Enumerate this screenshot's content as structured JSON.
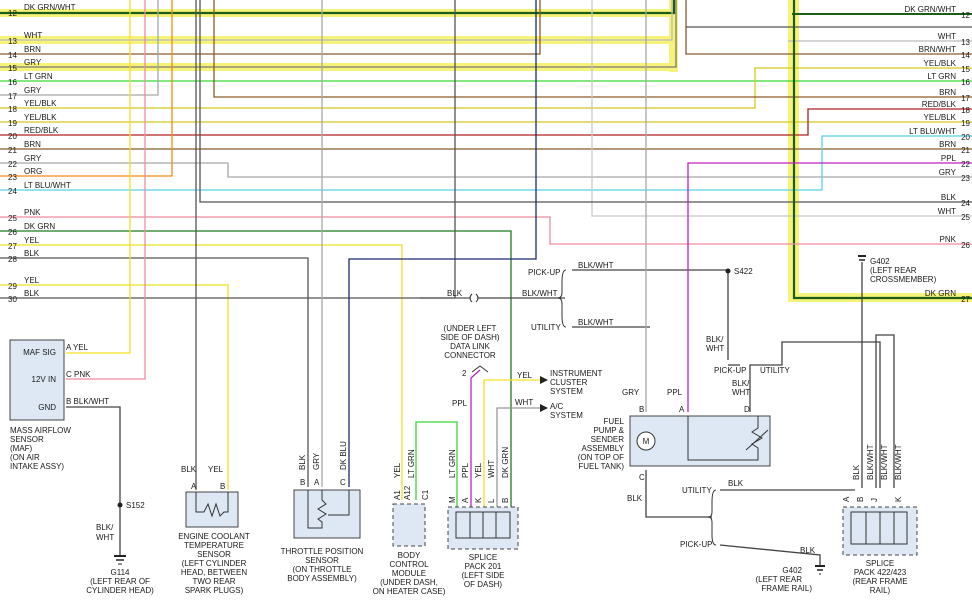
{
  "colors": {
    "DK GRN/WHT": "#1a5e1a",
    "WHT": "#d9d9d9",
    "BRN": "#8b5a2b",
    "GRY": "#a8a8a8",
    "LT GRN": "#39d631",
    "YEL/BLK": "#d8c820",
    "RED/BLK": "#b02020",
    "ORG": "#f08a1a",
    "LT BLU/WHT": "#5ad0e8",
    "PNK": "#f08aa0",
    "DK GRN": "#1e7a22",
    "YEL": "#f2e020",
    "BLK": "#555555",
    "BLK/WHT": "#444444",
    "DK BLU": "#1a2a6e",
    "PPL": "#c020c0",
    "highlight": "#f6f26a"
  },
  "left_wires": [
    {
      "num": "12",
      "label": "DK GRN/WHT"
    },
    {
      "num": "13",
      "label": "WHT"
    },
    {
      "num": "14",
      "label": "BRN"
    },
    {
      "num": "15",
      "label": "GRY"
    },
    {
      "num": "16",
      "label": "LT GRN"
    },
    {
      "num": "17",
      "label": "GRY"
    },
    {
      "num": "18",
      "label": "YEL/BLK"
    },
    {
      "num": "19",
      "label": "YEL/BLK"
    },
    {
      "num": "20",
      "label": "RED/BLK"
    },
    {
      "num": "21",
      "label": "BRN"
    },
    {
      "num": "22",
      "label": "GRY"
    },
    {
      "num": "23",
      "label": "ORG"
    },
    {
      "num": "24",
      "label": "LT BLU/WHT"
    },
    {
      "num": "25",
      "label": "PNK"
    },
    {
      "num": "26",
      "label": "DK GRN"
    },
    {
      "num": "27",
      "label": "YEL"
    },
    {
      "num": "28",
      "label": "BLK"
    },
    {
      "num": "29",
      "label": "YEL"
    },
    {
      "num": "30",
      "label": "BLK"
    }
  ],
  "right_wires": [
    {
      "num": "12",
      "label": "DK GRN/WHT"
    },
    {
      "num": "13",
      "label": "WHT"
    },
    {
      "num": "14",
      "label": "BRN/WHT"
    },
    {
      "num": "15",
      "label": "YEL/BLK"
    },
    {
      "num": "16",
      "label": "LT GRN"
    },
    {
      "num": "17",
      "label": "BRN"
    },
    {
      "num": "18",
      "label": "RED/BLK"
    },
    {
      "num": "19",
      "label": "YEL/BLK"
    },
    {
      "num": "20",
      "label": "LT BLU/WHT"
    },
    {
      "num": "21",
      "label": "BRN"
    },
    {
      "num": "22",
      "label": "PPL"
    },
    {
      "num": "23",
      "label": "GRY"
    },
    {
      "num": "24",
      "label": "BLK"
    },
    {
      "num": "25",
      "label": "WHT"
    },
    {
      "num": "26",
      "label": "PNK"
    },
    {
      "num": "27",
      "label": "DK GRN"
    }
  ],
  "maf": {
    "pins": [
      "MAF SIG",
      "12V IN",
      "GND"
    ],
    "pin_a": "A  YEL",
    "pin_c": "C  PNK",
    "pin_b": "B  BLK/WHT",
    "name": [
      "MASS AIRFLOW",
      "SENSOR",
      "(MAF)",
      "(ON AIR",
      "INTAKE ASSY)"
    ]
  },
  "s152": {
    "label": "S152",
    "wire": [
      "BLK/",
      "WHT"
    ]
  },
  "g114": {
    "label": [
      "G114",
      "(LEFT REAR OF",
      "CYLINDER HEAD)"
    ]
  },
  "ect": {
    "wire_labels": [
      "BLK",
      "YEL"
    ],
    "pins": [
      "A",
      "B"
    ],
    "name": [
      "ENGINE COOLANT",
      "TEMPERATURE",
      "SENSOR",
      "(LEFT CYLINDER",
      "HEAD, BETWEEN",
      "TWO REAR",
      "SPARK PLUGS)"
    ]
  },
  "tps": {
    "wire_labels": [
      "BLK",
      "GRY",
      "DK BLU"
    ],
    "pins": [
      "B",
      "A",
      "C"
    ],
    "name": [
      "THROTTLE POSITION",
      "SENSOR",
      "(ON THROTTLE",
      "BODY ASSEMBLY)"
    ]
  },
  "bcm": {
    "wire_labels": [
      "YEL",
      "LT GRN"
    ],
    "pins": [
      "A1",
      "A12",
      "C1"
    ],
    "name": [
      "BODY",
      "CONTROL",
      "MODULE",
      "(UNDER DASH,",
      "ON HEATER CASE)"
    ]
  },
  "splice201": {
    "wire_labels": [
      "LT GRN",
      "PPL",
      "YEL",
      "WHT",
      "DK GRN"
    ],
    "pins": [
      "M",
      "A",
      "K",
      "L",
      "B"
    ],
    "name": [
      "SPLICE",
      "PACK 201",
      "(LEFT SIDE",
      "OF DASH)"
    ]
  },
  "dlc": {
    "name": [
      "(UNDER LEFT",
      "SIDE OF DASH)",
      "DATA LINK",
      "CONNECTOR"
    ],
    "pin": "2",
    "wire": "PPL"
  },
  "instrument": {
    "wire": "YEL",
    "name": [
      "INSTRUMENT",
      "CLUSTER",
      "SYSTEM"
    ]
  },
  "ac": {
    "wire": "WHT",
    "name": [
      "A/C",
      "SYSTEM"
    ]
  },
  "pickup_utility": {
    "pickup": "PICK-UP",
    "utility": "UTILITY",
    "blk_wht": "BLK/WHT",
    "blk": "BLK"
  },
  "s422": {
    "label": "S422"
  },
  "fuel_pump": {
    "wire_labels": [
      "GRY",
      "PPL"
    ],
    "pins": [
      "B",
      "A",
      "D",
      "C"
    ],
    "motor": "M",
    "blk_wht_wire": [
      "BLK/",
      "WHT"
    ],
    "blk_wht_wire2": [
      "BLK/",
      "WHT"
    ],
    "pickup": "PICK-UP",
    "utility": "UTILITY",
    "name": [
      "FUEL",
      "PUMP &",
      "SENDER",
      "ASSEMBLY",
      "(ON TOP OF",
      "FUEL TANK)"
    ],
    "blk": "BLK"
  },
  "g402_top": {
    "label": [
      "G402",
      "(LEFT REAR",
      "CROSSMEMBER)"
    ]
  },
  "g402_bottom": {
    "label": [
      "G402",
      "(LEFT REAR",
      "FRAME RAIL)"
    ]
  },
  "lower_right": {
    "utility": "UTILITY",
    "pickup": "PICK-UP",
    "blk_top": "BLK",
    "blk_bottom": "BLK"
  },
  "splice422": {
    "wire_labels": [
      "BLK",
      "BLK/WHT",
      "BLK/WHT",
      "BLK/WHT"
    ],
    "pins": [
      "A",
      "B",
      "J",
      "K"
    ],
    "name": [
      "SPLICE",
      "PACK 422/423",
      "(REAR FRAME",
      "RAIL)"
    ]
  }
}
